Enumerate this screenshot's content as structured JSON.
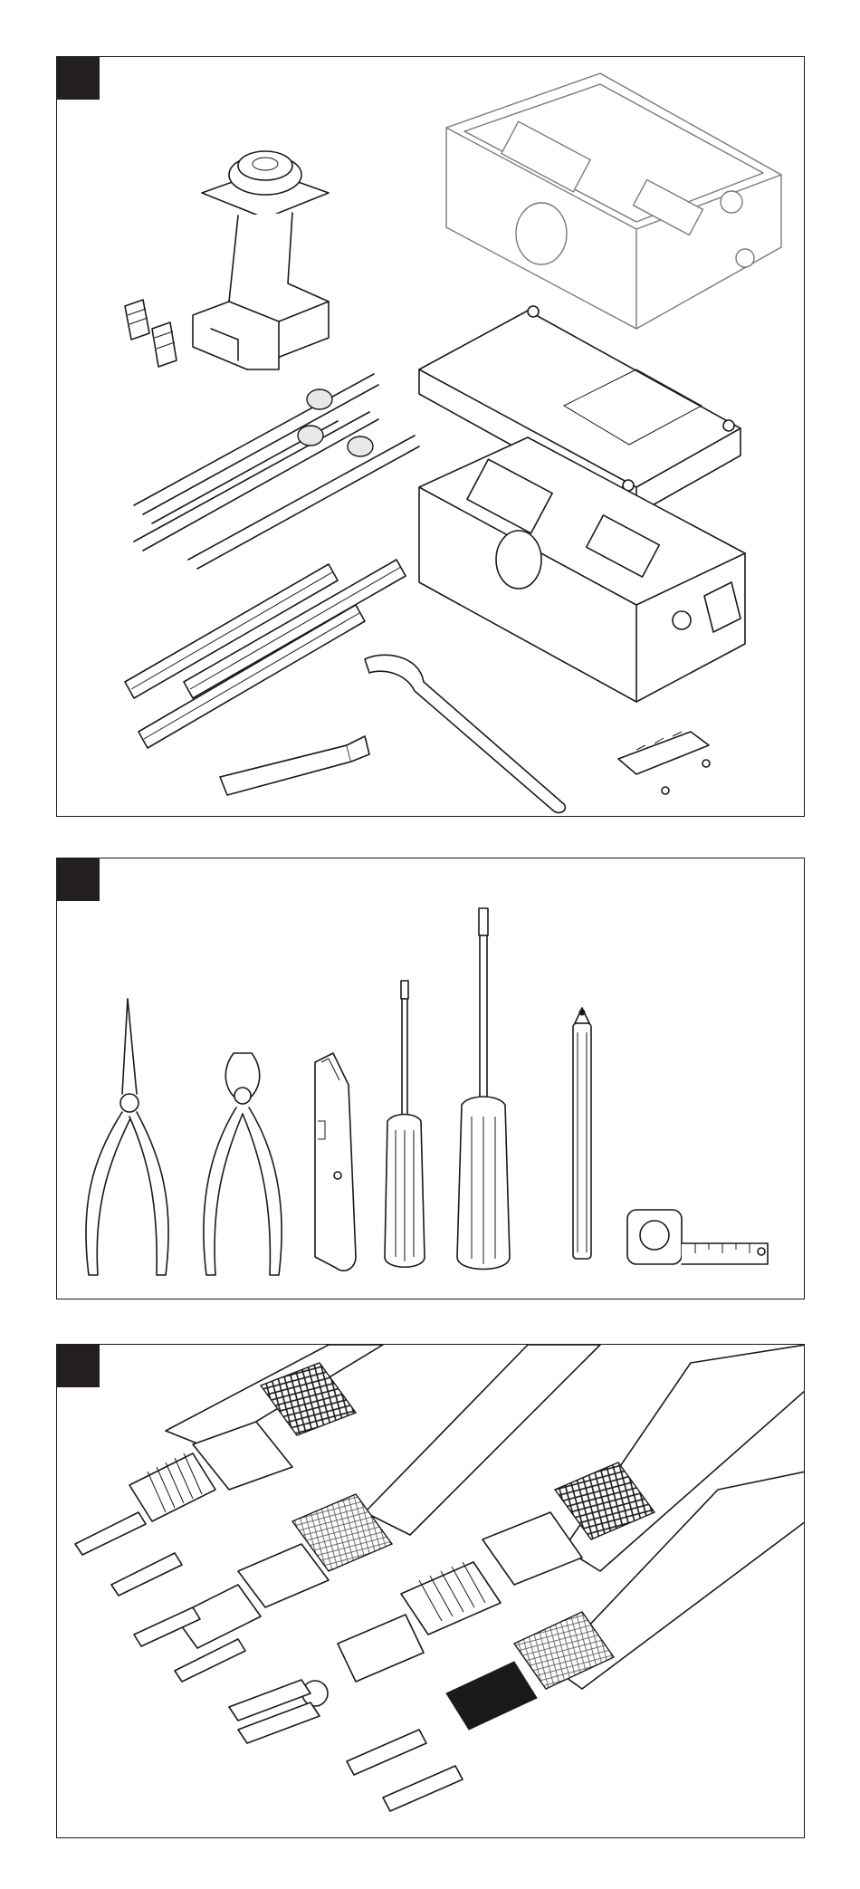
{
  "panels": [
    {
      "id": "kit-contents",
      "badge_color": "#231f20"
    },
    {
      "id": "required-tools",
      "badge_color": "#231f20"
    },
    {
      "id": "heating-cable-types",
      "badge_color": "#231f20"
    }
  ],
  "icons": [
    "junction-box-icon",
    "junction-box-lid-icon",
    "support-stand-icon",
    "grommet-icon",
    "wire-seal-icon",
    "heat-shrink-tube-icon",
    "hook-wrench-icon",
    "sealant-tube-icon",
    "terminal-bridge-icon",
    "needle-nose-pliers-icon",
    "side-cutter-icon",
    "utility-knife-icon",
    "screwdriver-icon",
    "pen-icon",
    "tape-measure-icon",
    "heating-cable-icon"
  ],
  "colors": {
    "line": "#1a1a1a",
    "background": "#ffffff",
    "badge": "#231f20"
  }
}
